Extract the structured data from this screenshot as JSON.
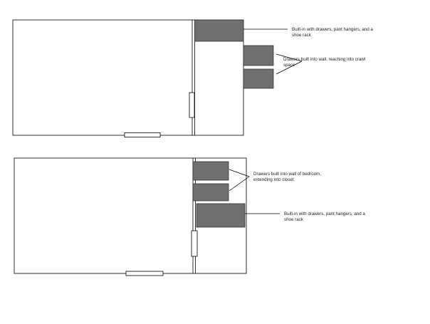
{
  "colors": {
    "background": "#ffffff",
    "outline": "#000000",
    "built_in_fill": "#707070",
    "built_in_stroke": "#333333",
    "door_fill": "#ffffff"
  },
  "top_plan": {
    "callouts": {
      "built_in": "Built-in with drawers, pant hangers, and a shoe rack",
      "crawl_drawers": "Drawers built into wall, reaching into crawl space"
    }
  },
  "bottom_plan": {
    "callouts": {
      "bedroom_drawers": "Drawers built into wall of bedroom, extending into closet.",
      "built_in": "Built-in with drawers, pant hangers, and a shoe rack"
    }
  }
}
